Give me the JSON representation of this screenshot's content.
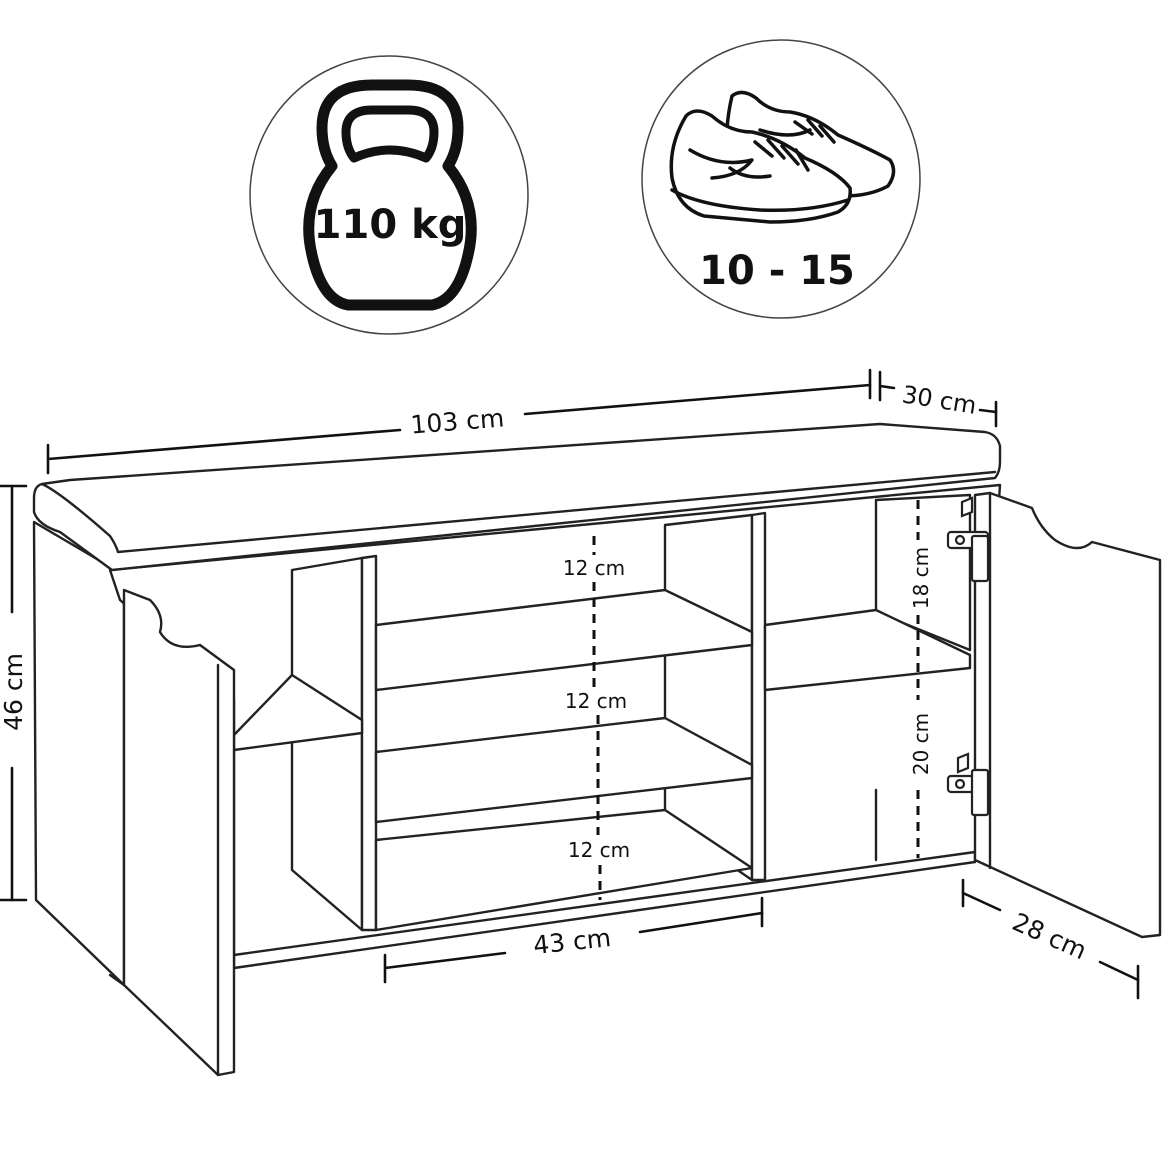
{
  "badges": {
    "weight": {
      "label": "110 kg",
      "icon": "kettlebell-icon"
    },
    "shoes": {
      "label": "10 - 15",
      "icon": "sneakers-icon"
    }
  },
  "dimensions": {
    "width": "103 cm",
    "depth": "30 cm",
    "height": "46 cm",
    "compartment_width": "43 cm",
    "door_depth": "28 cm",
    "shelf_gap_top": "12 cm",
    "shelf_gap_middle": "12 cm",
    "shelf_gap_bottom": "12 cm",
    "right_gap_top": "18 cm",
    "right_gap_bottom": "20 cm"
  },
  "colors": {
    "line": "#222222",
    "background": "#ffffff"
  }
}
